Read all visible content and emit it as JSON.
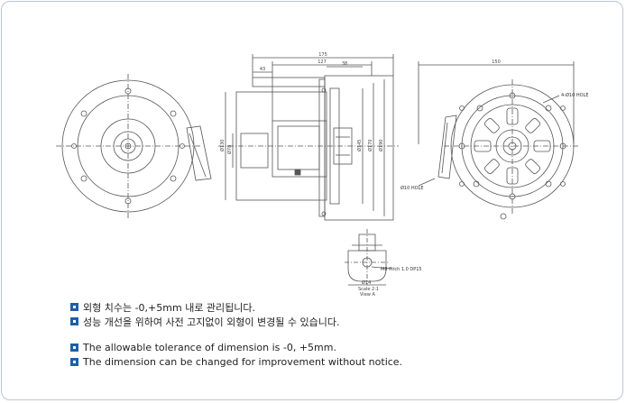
{
  "notes_ko": [
    "외형 치수는 -0,+5mm 내로 관리됩니다.",
    "성능 개선을 위하여 사전 고지없이 외형이 변경될 수 있습니다."
  ],
  "notes_en": [
    "The allowable tolerance of dimension is -0, +5mm.",
    "The dimension can be changed for improvement without notice."
  ],
  "drawing": {
    "dim_top_overall": "175",
    "dim_top_mid": "127",
    "dim_top_small": "43",
    "dim_top_right": "38",
    "dim_right_width": "150",
    "hole_label_top": "4-Ø10 HOLE",
    "hole_label_bottom": "Ø10 HOLE",
    "thread_label": "M8 Pitch 1.0 DP15",
    "view_label": "View A",
    "scale_label": "Scale 2:1",
    "dim_vertical_1": "Ø130",
    "dim_vertical_2": "Ø78",
    "dim_vertical_3": "Ø145",
    "dim_vertical_4": "Ø170",
    "dim_vertical_5": "Ø190",
    "dim_detail_bottom": "Ø14"
  },
  "colors": {
    "bullet": "#1e5fa8",
    "frame_border": "#b9c6d6",
    "line": "#555555"
  }
}
